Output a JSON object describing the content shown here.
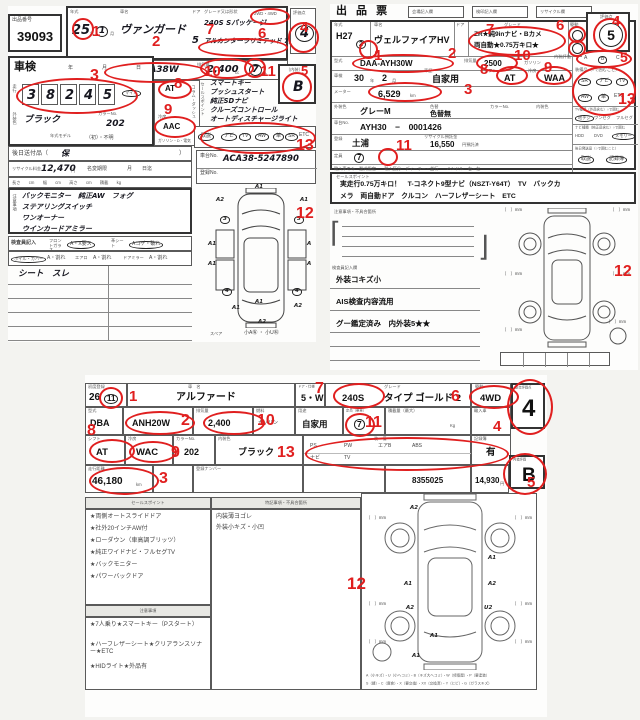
{
  "annotations": {
    "numbers": [
      "1",
      "2",
      "3",
      "4",
      "5",
      "6",
      "7",
      "8",
      "9",
      "10",
      "11",
      "12",
      "13"
    ]
  },
  "sheet_a": {
    "auction_no_label": "出品番号",
    "auction_no": "39093",
    "year": {
      "label": "年式",
      "value": "25",
      "unit_year": "年",
      "month": "1",
      "unit_month": "月"
    },
    "car_name": {
      "label": "車名",
      "value": "ヴァンガード"
    },
    "doors": {
      "label": "ドア",
      "value": "5"
    },
    "grade": {
      "label": "グレード又は形状",
      "line1": "240S Sパッケージ",
      "line2": "アルカンターラリミテッド 7人"
    },
    "drive": {
      "options": "2WD・4WD"
    },
    "score": {
      "label": "評価点",
      "value": "4"
    },
    "history": {
      "label": "車歴",
      "value": "自家用・（　）"
    },
    "model_code": {
      "label": "型式",
      "value": "DBA-ACA38W"
    },
    "displacement": {
      "label": "排気量",
      "value": "2,400",
      "unit": "cc"
    },
    "capacity": {
      "value": "7",
      "unit": "人"
    },
    "interior": {
      "label": "〔内装〕",
      "value": "B"
    },
    "shaken": {
      "label": "車検",
      "year": "年",
      "month": "月",
      "day": "日"
    },
    "mileage": {
      "label": "走行",
      "digits": [
        "3",
        "8",
        "2",
        "4",
        "5"
      ],
      "mile_label": "マイル"
    },
    "shift": {
      "value": "AT",
      "column_label": "コラム・ダッシュ"
    },
    "ac": {
      "label": "冷房",
      "value": "AAC"
    },
    "fuel": {
      "label": "燃料",
      "value": "ガソリン・D・電気"
    },
    "body_color": {
      "label": "外装色",
      "value": "ブラック",
      "color_no_label": "カラーNo.",
      "color_no": "202"
    },
    "model_year": {
      "label": "年式モデル",
      "value": "（初）・不明"
    },
    "sales_label": "セールスポイント",
    "sales_items": [
      "スマートキー",
      "プッシュスタート",
      "純正SDナビ",
      "クルーズコントロール",
      "オートディスチャージライト"
    ],
    "manual_label": "取説",
    "equipment_items": [
      "ナビ",
      "TV",
      "AW",
      "革",
      "SR",
      "ETC"
    ],
    "later_label": "後日送付品（",
    "later_value": "保",
    "later_end": "）",
    "recycle": {
      "label": "リサイクル料金",
      "value": "12,470",
      "unit": "円",
      "rename_label": "名変期限",
      "rename_value": "月　　日迄"
    },
    "dims_label": "長さ　　cm　　幅　　cm　　高さ　　cm　　積載　　kg",
    "chassis": {
      "label": "車台No.",
      "value": "ACA38-5247890"
    },
    "reg_label": "登録No.",
    "notes": {
      "label": "注意事項",
      "lines": [
        "バックモニター　純正AW　フォグ",
        "ステアリングスイッチ",
        "ワンオーナー",
        "ウインカードアミラー"
      ]
    },
    "inspector": {
      "label": "検査員記入",
      "glass_label": "フロントガラス",
      "glass_value": "A・X要ス",
      "seat_label": "革シート",
      "seat_value": "Aコゲ・破れ",
      "wheel_label": "ホイル・カバー",
      "wheel_value": "A・割れ",
      "aero_label": "エアロ",
      "aero_value": "A・割れ",
      "mirror_label": "ドアミラー",
      "mirror_value": "A・割れ",
      "note": "シート　スレ"
    },
    "diagram": {
      "marks": [
        "A1",
        "A2",
        "A1",
        "3",
        "3",
        "A1",
        "A1",
        "A",
        "A",
        "4",
        "4",
        "A1",
        "A1",
        "A2",
        "A2"
      ],
      "spare_label": "スペア",
      "key_note": "小A㊒ ・ 小U㊒"
    }
  },
  "sheet_b": {
    "title": "出 品 票",
    "head_boxes": [
      "会場記入欄",
      "検印記入欄",
      "リサイクル欄"
    ],
    "year": {
      "label": "年式",
      "value": "H27",
      "month": "2"
    },
    "car_name": {
      "label": "車名",
      "value": "ヴェルファイアHV"
    },
    "doors_label": "ドア",
    "grade": {
      "label": "グレード",
      "line1": "ZR★純9inナビ・Bカメ",
      "line2": "両自動★0.75万キロ★"
    },
    "drive_label": "駆動",
    "score": {
      "label": "評価点",
      "value": "5"
    },
    "model_code": {
      "label": "型式",
      "value": "DAA-AYH30W"
    },
    "displacement": {
      "label": "排気量",
      "value": "2500"
    },
    "fuel": {
      "label": "燃料",
      "value": "ガソリン"
    },
    "interior_label": "内装評価",
    "interior_grades": [
      "A",
      "B",
      "C"
    ],
    "shaken": {
      "label": "車検",
      "year": "30",
      "unit_year": "年",
      "month": "2",
      "unit_month": "月"
    },
    "use": {
      "label": "車歴",
      "value": "自家用"
    },
    "shift": {
      "label": "シフト",
      "value": "AT"
    },
    "ac": {
      "label": "冷房",
      "value": "WAA"
    },
    "meter": {
      "label": "メーター",
      "value": "6,529",
      "unit": "km"
    },
    "body_color": {
      "label": "外装色",
      "value": "グレーM"
    },
    "repaint": {
      "label": "色替",
      "value": "色替無"
    },
    "color_no_label": "カラーNo.",
    "int_color_label": "内装色",
    "chassis": {
      "label": "車台No.",
      "value": "AYH30　−　0001426"
    },
    "reg_office": {
      "label": "登録",
      "value": "土浦"
    },
    "recycle": {
      "label": "リサイクル預託金",
      "value": "16,550",
      "unit": "円預託済"
    },
    "capacity": {
      "label": "定員",
      "value": "7"
    },
    "import_row": "輸入車のみ　型式指定　　輸入区分　ディーラー・並行　　ハンドル　右・左",
    "equipment": {
      "label": "装備品（○で囲むこと）",
      "items": [
        "SR",
        "ナビ",
        "TV",
        "AW",
        "革",
        "ETC"
      ]
    },
    "tv": {
      "label": "TV種類（外品含む）○で囲む",
      "options": [
        "地デジ",
        "ワンセグ",
        "フルセグ"
      ]
    },
    "nav": {
      "label": "ナビ種類（純正品含む）○で囲む",
      "options": [
        "HDD",
        "DVD",
        "メモリー"
      ]
    },
    "shipping": {
      "label": "後日発送品（○で囲むこと）",
      "options": [
        "取説",
        "記録簿"
      ]
    },
    "sales": {
      "label": "セールスポイント",
      "line1": "実走行0.75万キロ！　T-コネクト9型ナビ（NSZT-Y64T）　TV　バックカ",
      "line2": "メラ　両自動ドア　クルコン　ハーフレザーシート　ETC"
    },
    "caution_label": "注意事項・不具合箇所",
    "inspector": {
      "label": "検査員記入欄",
      "lines": [
        "外装コキズ小",
        "AIS検査内容流用",
        "グー鑑定済み　内外装5★★"
      ]
    },
    "diagram": {
      "mm_mark": "〔　〕mm"
    }
  },
  "sheet_c": {
    "reg": {
      "label": "初度登録",
      "value": "26",
      "month": "11"
    },
    "car_name": {
      "label": "車　名",
      "value": "アルファード"
    },
    "doors": {
      "label": "ドア・仕様",
      "value": "5・W"
    },
    "grade": {
      "label": "グレード",
      "value1": "240S",
      "value2": "タイプ ゴールド 2"
    },
    "drive": {
      "label": "駆動",
      "value": "4WD"
    },
    "score": {
      "label": "総合評価点",
      "value": "4"
    },
    "model_code": {
      "label": "型式",
      "prefix": "DBA",
      "value": "ANH20W"
    },
    "displacement": {
      "label": "排気量",
      "value": "2,400"
    },
    "fuel": {
      "label": "燃料",
      "value": "ガソリン"
    },
    "use": {
      "label": "用途",
      "value": "自家用"
    },
    "capacity": {
      "label": "定員（乗車）",
      "value": "7"
    },
    "load": {
      "label": "積載量（最大）",
      "unit": "Kg"
    },
    "import_label": "輸入車",
    "shift": {
      "label": "シフト",
      "value": "AT"
    },
    "ac": {
      "label": "冷房",
      "value": "WAC"
    },
    "color_no": {
      "label": "カラーNo.",
      "value": "202"
    },
    "int_color": {
      "label": "内装色",
      "value": "ブラック"
    },
    "equipment": {
      "label": "装　備",
      "row1": [
        "PS",
        "PW",
        "エアB",
        "ABS"
      ],
      "row2": [
        "ナビ",
        "TV"
      ]
    },
    "record": {
      "label": "記録簿",
      "value": "有"
    },
    "interior": {
      "label": "内装評価",
      "value": "B"
    },
    "mileage": {
      "label": "走行距離",
      "value": "46,180",
      "unit": "km"
    },
    "reg_no_label": "登録ナンバー",
    "mgmt_no": "8355025",
    "recycle": {
      "value": "14,930",
      "unit": "円"
    },
    "sales": {
      "label": "セールスポイント",
      "items": [
        "★両側オートスライドドア",
        "★社外20インチAW付",
        "★ローダウン（車高調ブリッツ）",
        "★純正ワイドナビ・フルセグTV",
        "★バックモニター",
        "★パワーバックドア"
      ]
    },
    "caution": {
      "label": "注意事項",
      "items": [
        "★7人乗り★スマートキー（Pスタート）",
        "★ハーフレザーシート★クリアランスソナー★ETC",
        "★HIDライト★外品有"
      ]
    },
    "defects": {
      "label": "特記事項・不具合箇所",
      "items": [
        "内装薄ヨゴレ",
        "外装小キズ・小凹"
      ]
    },
    "diagram": {
      "marks": [
        "A2",
        "A1",
        "A1",
        "A2",
        "A2",
        "U2",
        "A1",
        "A1"
      ],
      "mm_mark": "〔　〕mm",
      "legend1": "A（小キズ）・U（小ヘコミ）・B（キズ大ヘコミ）・W（修復歴）・P（要塗装）",
      "legend2": "S（錆）・C（腐食）・X（要交換）・XX（交換済）・Y（ヒビ）・G（ガラスキズ）"
    }
  }
}
